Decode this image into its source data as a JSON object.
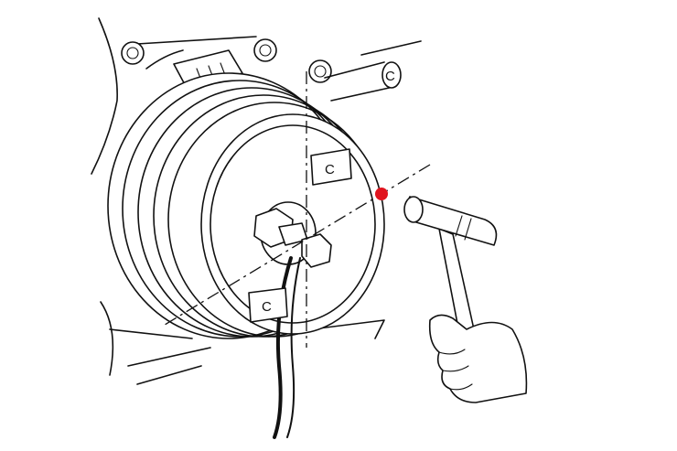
{
  "diagram": {
    "labels": [
      "C",
      "C",
      "C"
    ],
    "colors": {
      "line": "#111111",
      "background": "#ffffff",
      "strike_point": "#e0141e"
    },
    "icons": [
      "pulley-icon",
      "hammer-icon",
      "hand-icon",
      "hex-bolt-icon",
      "wire-icon"
    ]
  }
}
